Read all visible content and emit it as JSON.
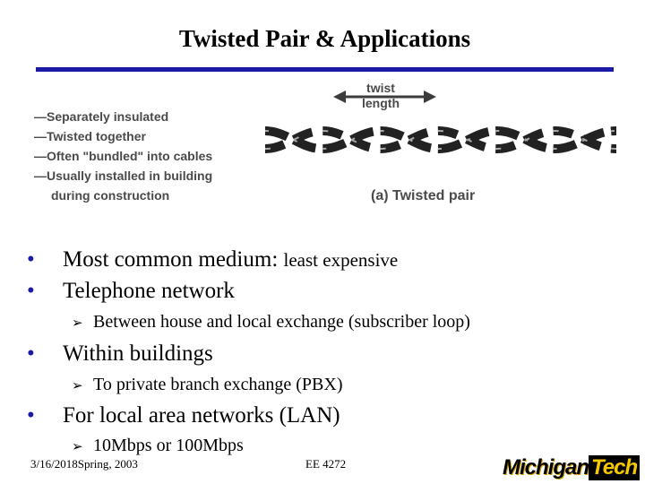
{
  "slide": {
    "title": "Twisted Pair & Applications",
    "figure": {
      "items": [
        "—Separately insulated",
        "—Twisted together",
        "—Often \"bundled\" into cables",
        "—Usually installed in building",
        "during construction"
      ],
      "twist_label_1": "twist",
      "twist_label_2": "length",
      "caption": "(a) Twisted pair"
    },
    "bullets": [
      {
        "text": "Most common medium:",
        "extra": "least expensive"
      },
      {
        "text": "Telephone network"
      },
      {
        "sub": "Between house and local exchange (subscriber loop)"
      },
      {
        "text": "Within buildings"
      },
      {
        "sub": "To private branch exchange (PBX)"
      },
      {
        "text": "For local area networks (LAN)"
      },
      {
        "sub": "10Mbps or 100Mbps"
      }
    ],
    "bullet_glyph": "•",
    "sub_glyph": "➢",
    "footer": {
      "date": "3/16/2018Spring, 2003",
      "course": "EE 4272"
    },
    "logo": {
      "part1": "Michigan",
      "part2": "Tech"
    },
    "colors": {
      "accent": "#1a1aa6",
      "logo_gold": "#f6c800"
    }
  }
}
